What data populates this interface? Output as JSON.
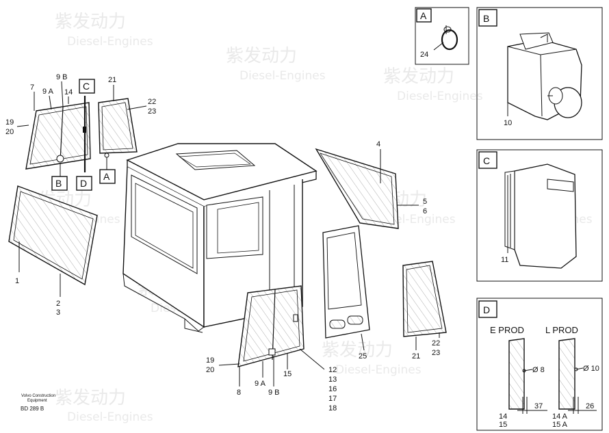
{
  "watermark": {
    "brand": "紫发动力",
    "sub": "Diesel-Engines"
  },
  "footer": {
    "company": "Volvo Construction",
    "division": "Equipment",
    "code": "BD 289 B"
  },
  "panels": {
    "a": {
      "letter": "A",
      "part": "24"
    },
    "b": {
      "letter": "B",
      "part": "10"
    },
    "c": {
      "letter": "C",
      "part": "11"
    },
    "d": {
      "letter": "D",
      "e_prod": "E PROD",
      "l_prod": "L PROD",
      "e_dia": "Ø 8",
      "l_dia": "Ø 10",
      "e_dim": "37",
      "l_dim": "26",
      "e_parts": [
        "14",
        "15"
      ],
      "l_parts": [
        "14 A",
        "15 A"
      ]
    }
  },
  "callouts": {
    "left_window": [
      "7",
      "9 A",
      "9 B",
      "14",
      "19",
      "20"
    ],
    "tag_c": "C",
    "tag_b": "B",
    "tag_d": "D",
    "tag_a": "A",
    "small_window": [
      "21",
      "22",
      "23"
    ],
    "front_window": [
      "1",
      "2",
      "3"
    ],
    "side_window": [
      "4",
      "5",
      "6"
    ],
    "door": [
      "19",
      "20",
      "8",
      "9 A",
      "9 B",
      "15",
      "12",
      "13",
      "16",
      "17",
      "18"
    ],
    "door_right": [
      "25"
    ],
    "quarter_window": [
      "21",
      "22",
      "23"
    ]
  }
}
